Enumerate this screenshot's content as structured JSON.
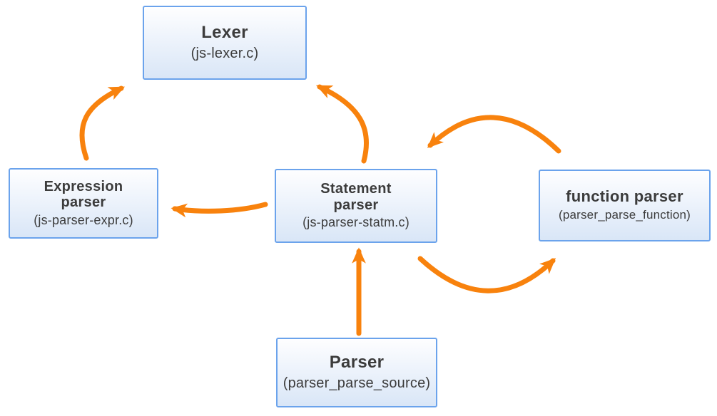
{
  "diagram": {
    "background": "#FFFFFF",
    "colors": {
      "arrow": "#F8820D",
      "node_border": "#6BA3EC",
      "node_fill_top": "#FEFEFF",
      "node_fill_bottom": "#D9E6F7",
      "text": "#3C3C3C"
    },
    "nodes": [
      {
        "id": "lexer",
        "title": "Lexer",
        "subtitle": "(js-lexer.c)"
      },
      {
        "id": "expression-parser",
        "title": "Expression parser",
        "subtitle": "(js-parser-expr.c)"
      },
      {
        "id": "statement-parser",
        "title": "Statement parser",
        "subtitle": "(js-parser-statm.c)"
      },
      {
        "id": "function-parser",
        "title": "function parser",
        "subtitle": "(parser_parse_function)"
      },
      {
        "id": "parser",
        "title": "Parser",
        "subtitle": "(parser_parse_source)"
      }
    ],
    "edges": [
      {
        "from": "expression-parser",
        "to": "lexer"
      },
      {
        "from": "statement-parser",
        "to": "lexer"
      },
      {
        "from": "statement-parser",
        "to": "expression-parser"
      },
      {
        "from": "function-parser",
        "to": "statement-parser"
      },
      {
        "from": "statement-parser",
        "to": "function-parser"
      },
      {
        "from": "parser",
        "to": "statement-parser"
      }
    ]
  }
}
